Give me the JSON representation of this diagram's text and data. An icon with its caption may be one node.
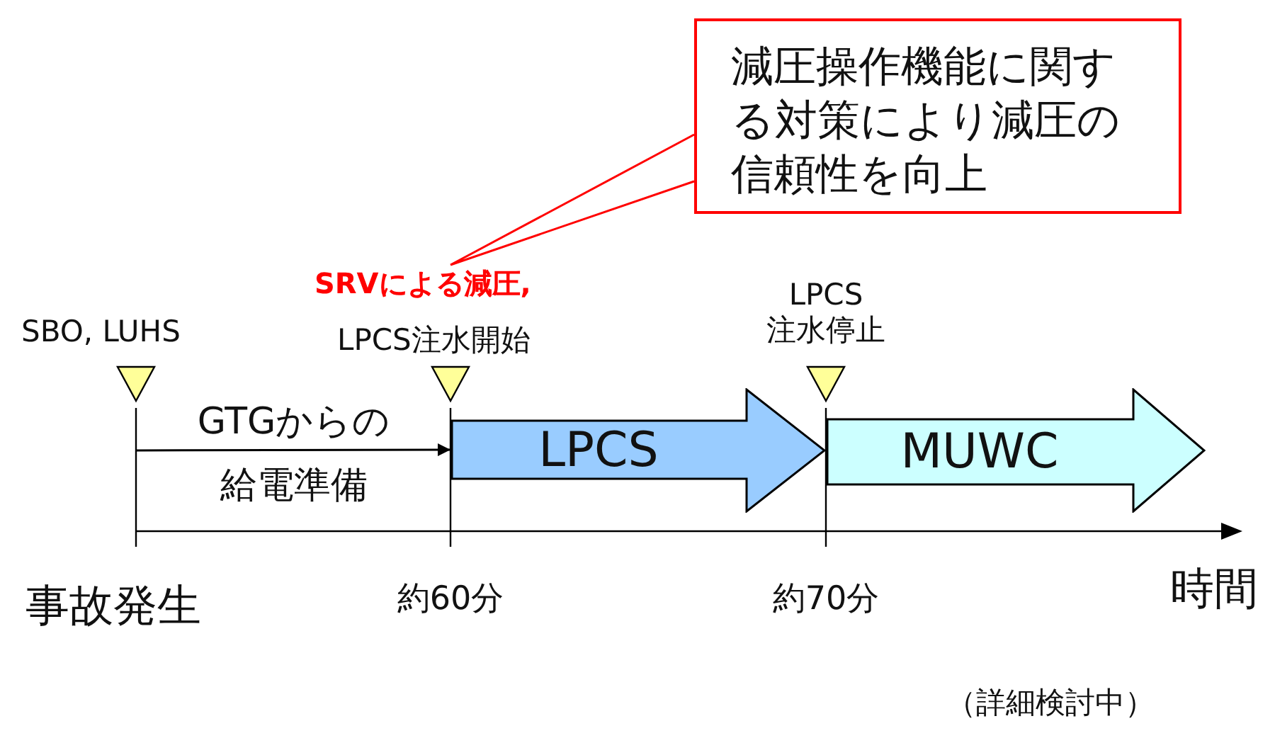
{
  "diagram": {
    "nodes": [
      {
        "text": [
          "減圧操作機能に関する対策により減圧の信頼性を向上"
        ]
      },
      {
        "text": [
          "SRVによる減圧,"
        ]
      },
      {
        "text": [
          "LPCS"
        ]
      },
      {
        "text": [
          "MUWC"
        ]
      }
    ],
    "edges": [
      {
        "from": 0,
        "to": 1,
        "arrow": "none",
        "color": "#ff0000"
      },
      {
        "from": null,
        "to": 2,
        "arrow": "to",
        "color": "#000000"
      }
    ],
    "labels": [
      "SBO, LUHS",
      "LPCS注水開始",
      "LPCS 注水停止",
      "GTGからの",
      "給電準備",
      "事故発生",
      "約60分",
      "約70分",
      "時間",
      "（詳細検討中）"
    ]
  }
}
